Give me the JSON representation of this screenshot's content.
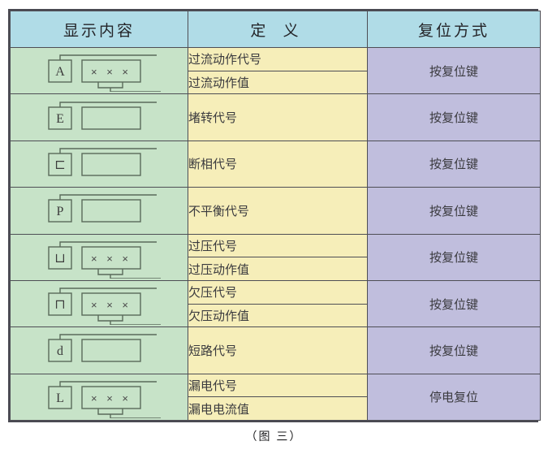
{
  "figure": {
    "caption": "（图 三）"
  },
  "table": {
    "headers": {
      "display": "显示内容",
      "definition": "定 义",
      "reset": "复位方式"
    },
    "rows": [
      {
        "symbol": {
          "code": "A",
          "has_value_box": true,
          "value_box_text": "× × ×"
        },
        "definitions": [
          "过流动作代号",
          "过流动作值"
        ],
        "reset": "按复位键"
      },
      {
        "symbol": {
          "code": "E",
          "has_value_box": false,
          "value_box_text": ""
        },
        "definitions": [
          "堵转代号"
        ],
        "reset": "按复位键"
      },
      {
        "symbol": {
          "code": "⊏",
          "has_value_box": false,
          "value_box_text": ""
        },
        "definitions": [
          "断相代号"
        ],
        "reset": "按复位键"
      },
      {
        "symbol": {
          "code": "P",
          "has_value_box": false,
          "value_box_text": ""
        },
        "definitions": [
          "不平衡代号"
        ],
        "reset": "按复位键"
      },
      {
        "symbol": {
          "code": "⊔",
          "has_value_box": true,
          "value_box_text": "× × ×"
        },
        "definitions": [
          "过压代号",
          "过压动作值"
        ],
        "reset": "按复位键"
      },
      {
        "symbol": {
          "code": "⊓",
          "has_value_box": true,
          "value_box_text": "× × ×"
        },
        "definitions": [
          "欠压代号",
          "欠压动作值"
        ],
        "reset": "按复位键"
      },
      {
        "symbol": {
          "code": "d",
          "has_value_box": false,
          "value_box_text": ""
        },
        "definitions": [
          "短路代号"
        ],
        "reset": "按复位键"
      },
      {
        "symbol": {
          "code": "L",
          "has_value_box": true,
          "value_box_text": "× × ×"
        },
        "definitions": [
          "漏电代号",
          "漏电电流值"
        ],
        "reset": "停电复位"
      }
    ]
  },
  "colors": {
    "header_bg": "#b0dce7",
    "display_bg": "#c7e3c8",
    "definition_bg": "#f6eeb9",
    "reset_bg": "#c0bedd",
    "border": "#4e4e55",
    "line": "#5a6a5a"
  }
}
